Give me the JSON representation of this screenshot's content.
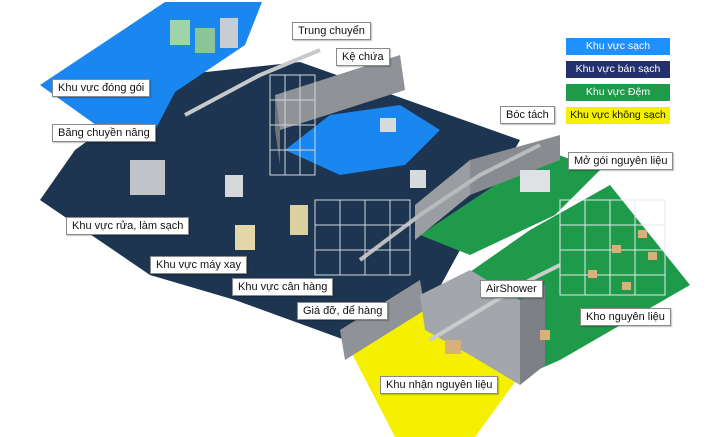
{
  "legend": [
    {
      "label": "Khu vực sạch",
      "color": "#1e90ff",
      "text_color": "#ffffff"
    },
    {
      "label": "Khu vực bán sạch",
      "color": "#24306e",
      "text_color": "#ffffff"
    },
    {
      "label": "Khu vực Đệm",
      "color": "#1f9a4a",
      "text_color": "#ffffff"
    },
    {
      "label": "Khu vực không sạch",
      "color": "#f5f000",
      "text_color": "#111111"
    }
  ],
  "labels": {
    "trung_chuyen": "Trung chuyển",
    "ke_chua": "Kệ chứa",
    "dong_goi": "Khu vực đóng gói",
    "bang_chuyen_nang": "Băng chuyền nâng",
    "boc_tach": "Bóc tách",
    "mo_goi": "Mở gói nguyên liệu",
    "rua_lam_sach": "Khu vực rửa, làm sạch",
    "may_xay": "Khu vực máy xay",
    "can_hang": "Khu vực cân hàng",
    "airshower": "AirShower",
    "gia_do": "Giá đỡ, để hàng",
    "kho_nguyen_lieu": "Kho nguyên liệu",
    "nhan_nguyen_lieu": "Khu nhận nguyên liệu"
  }
}
